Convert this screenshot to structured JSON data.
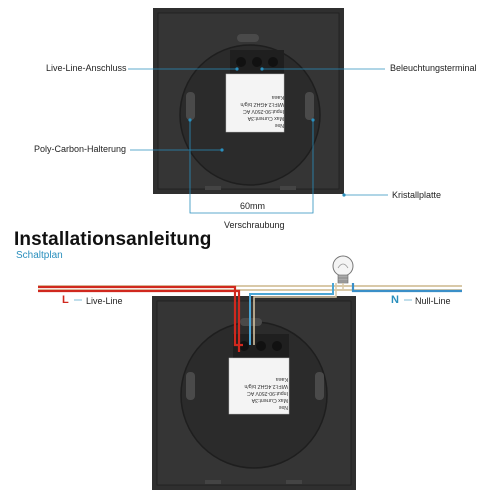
{
  "labels": {
    "line_terminal": "Live-Line-Anschluss",
    "light_terminal": "Beleuchtungsterminal",
    "poly_carbon": "Poly-Carbon-Halterung",
    "crystal_plate": "Kristallplatte",
    "dimension": "60mm",
    "screw": "Verschraubung"
  },
  "section": {
    "title": "Installationsanleitung",
    "subtitle": "Schaltplan"
  },
  "wiring": {
    "live_letter": "L",
    "live_label": "Live-Line",
    "neutral_letter": "N",
    "neutral_label": "Null-Line"
  },
  "module_text": {
    "line1": "Nxe",
    "line2": "Max Current:3A",
    "line3": "Input:90-250V AC",
    "line4": "WIFI:2.4GHZ b/g/n",
    "brand": "Kaea"
  },
  "colors": {
    "panel": "#2f2f2f",
    "accent_blue": "#2a8fbd",
    "live_red": "#d0281e",
    "neutral_blue": "#3a8fc8",
    "wire_beige": "#d9c9a8"
  }
}
